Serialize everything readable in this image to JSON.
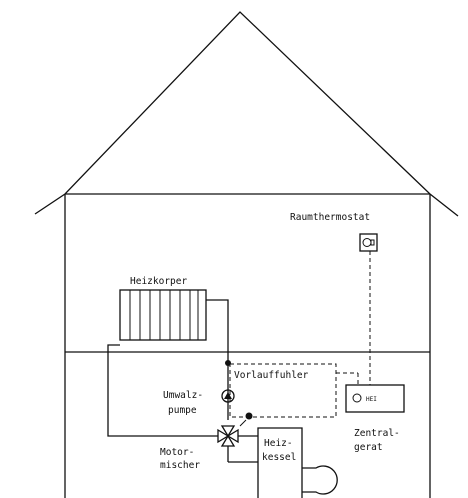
{
  "labels": {
    "room_thermostat": "Raumthermostat",
    "radiator": "Heizkorper",
    "supply_sensor": "Vorlauffuhler",
    "circulation_pump_line1": "Umwalz-",
    "circulation_pump_line2": "pumpe",
    "central_unit_line1": "Zentral-",
    "central_unit_line2": "gerat",
    "mixer_line1": "Motor-",
    "mixer_line2": "mischer",
    "boiler_line1": "Heiz-",
    "boiler_line2": "kessel",
    "central_unit_display": "HEI"
  },
  "colors": {
    "line": "#111111",
    "background": "#ffffff"
  }
}
